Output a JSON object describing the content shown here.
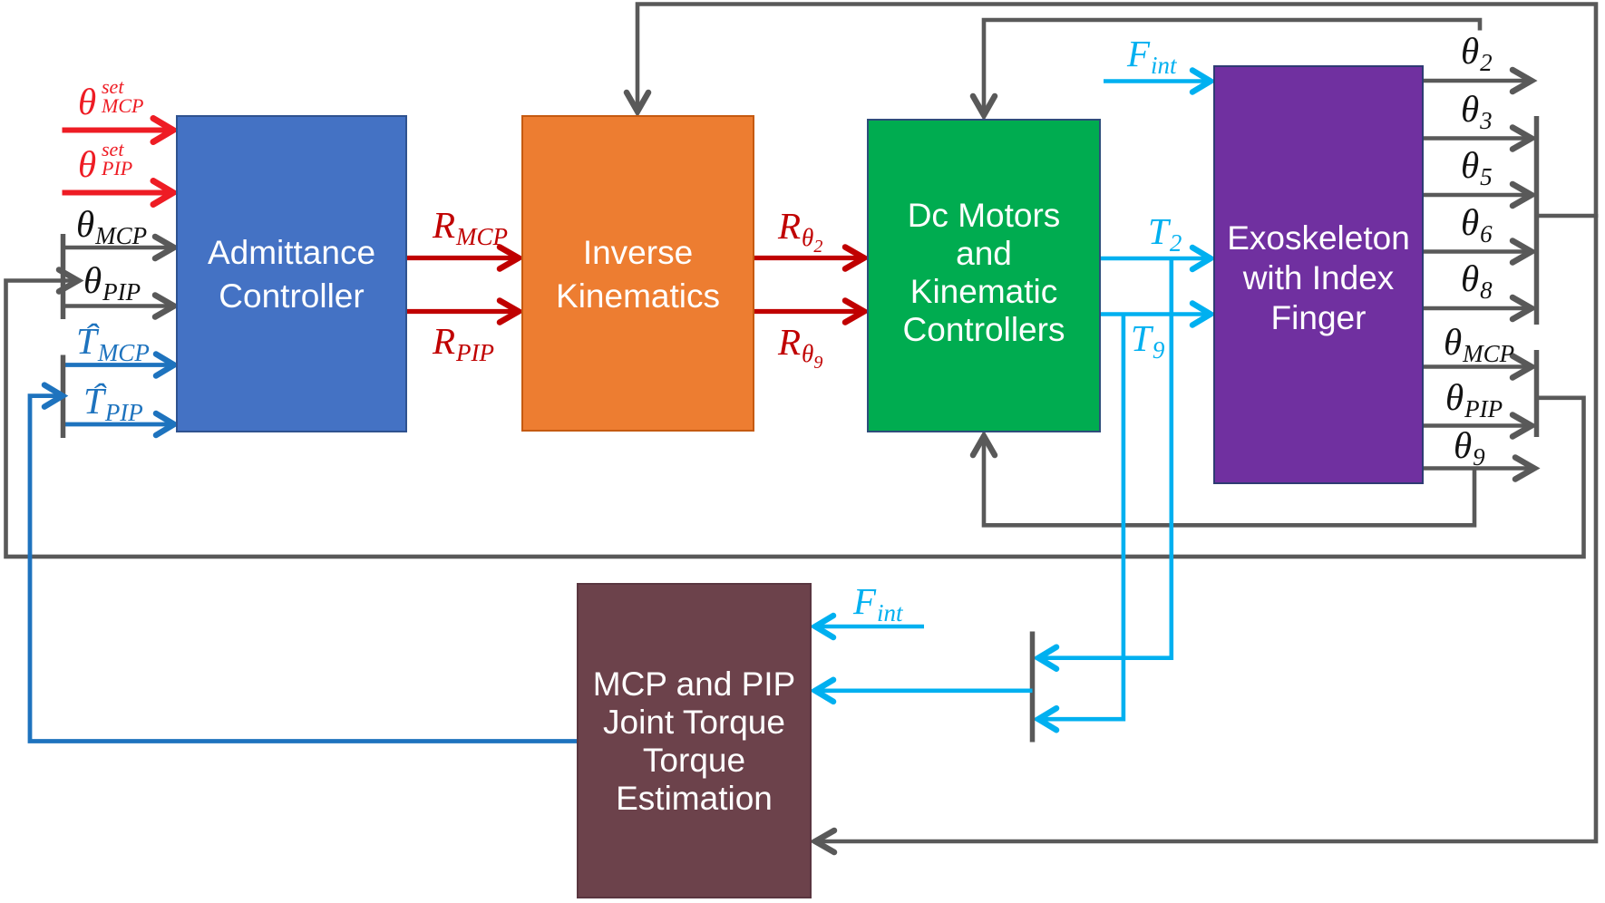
{
  "figure": {
    "title": "Exoskeleton index-finger admittance control block diagram"
  },
  "colors": {
    "background": "#ffffff",
    "block_admittance": "#4472C4",
    "block_inverse_kinematics": "#ED7D31",
    "block_dc_motors": "#00AC50",
    "block_exoskeleton": "#7030A0",
    "block_torque_estimation": "#6C424B",
    "wire_gray": "#595959",
    "wire_red": "#EE1C24",
    "wire_dark_red": "#C00000",
    "wire_cyan": "#00B0F0",
    "wire_blue": "#1E73BE",
    "block_text": "#ffffff",
    "label_black": "#111111"
  },
  "blocks": {
    "admittance": {
      "lines": [
        "Admittance",
        "Controller"
      ]
    },
    "inverse_kinematics": {
      "lines": [
        "Inverse",
        "Kinematics"
      ]
    },
    "dc_motors": {
      "lines": [
        "Dc Motors",
        "and",
        "Kinematic",
        "Controllers"
      ]
    },
    "exoskeleton": {
      "lines": [
        "Exoskeleton",
        "with Index",
        "Finger"
      ]
    },
    "torque_estimation": {
      "lines": [
        "MCP and PIP",
        "Joint Torque",
        "Torque",
        "Estimation"
      ]
    }
  },
  "signals": {
    "theta_mcp_set": {
      "base": "θ",
      "sup": "set",
      "sub": "MCP"
    },
    "theta_pip_set": {
      "base": "θ",
      "sup": "set",
      "sub": "PIP"
    },
    "theta_mcp_in": {
      "base": "θ",
      "sub": "MCP"
    },
    "theta_pip_in": {
      "base": "θ",
      "sub": "PIP"
    },
    "t_mcp_hat": {
      "base": "T",
      "hat": "ˆ",
      "sub": "MCP"
    },
    "t_pip_hat": {
      "base": "T",
      "hat": "ˆ",
      "sub": "PIP"
    },
    "r_mcp": {
      "base": "R",
      "sub": "MCP"
    },
    "r_pip": {
      "base": "R",
      "sub": "PIP"
    },
    "r_theta2": {
      "base": "R",
      "sub": "θ",
      "subsub": "2"
    },
    "r_theta9": {
      "base": "R",
      "sub": "θ",
      "subsub": "9"
    },
    "t2": {
      "base": "T",
      "sub": "2"
    },
    "t9": {
      "base": "T",
      "sub": "9"
    },
    "f_int_top": {
      "base": "F",
      "sub": "int"
    },
    "f_int_bottom": {
      "base": "F",
      "sub": "int"
    },
    "theta2": {
      "base": "θ",
      "sub": "2"
    },
    "theta3": {
      "base": "θ",
      "sub": "3"
    },
    "theta5": {
      "base": "θ",
      "sub": "5"
    },
    "theta6": {
      "base": "θ",
      "sub": "6"
    },
    "theta8": {
      "base": "θ",
      "sub": "8"
    },
    "theta_mcp_out": {
      "base": "θ",
      "sub": "MCP"
    },
    "theta_pip_out": {
      "base": "θ",
      "sub": "PIP"
    },
    "theta9_out": {
      "base": "θ",
      "sub": "9"
    }
  }
}
